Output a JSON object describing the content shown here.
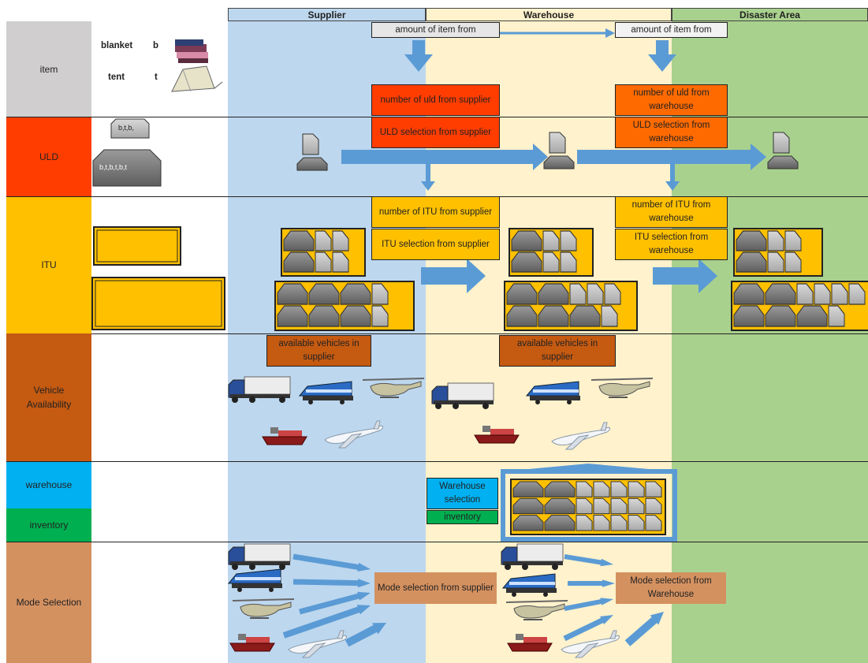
{
  "columns": {
    "supplier": "Supplier",
    "warehouse": "Warehouse",
    "disaster": "Disaster Area"
  },
  "rows": {
    "item": "item",
    "uld": "ULD",
    "itu": "ITU",
    "vehicle": "Vehicle Availability",
    "warehouse": "warehouse",
    "inventory": "inventory",
    "mode": "Mode Selection"
  },
  "legend": {
    "blanket_name": "blanket",
    "blanket_code": "b",
    "tent_name": "tent",
    "tent_code": "t",
    "uld_small": "b,t,b,",
    "uld_large": "b,t,b,t,b,t"
  },
  "boxes": {
    "amount_supplier": "amount of item from",
    "amount_warehouse": "amount of item from",
    "num_uld_supplier": "number of uld from supplier",
    "num_uld_warehouse": "number of uld from warehouse",
    "uld_sel_supplier": "ULD selection from supplier",
    "uld_sel_warehouse": "ULD selection from warehouse",
    "num_itu_supplier": "number of ITU from supplier",
    "num_itu_warehouse": "number of ITU from warehouse",
    "itu_sel_supplier": "ITU selection from supplier",
    "itu_sel_warehouse": "ITU selection from warehouse",
    "vehicles_supplier": "available vehicles in supplier",
    "vehicles_warehouse": "available vehicles in supplier",
    "warehouse_selection": "Warehouse selection",
    "inventory": "inventory",
    "mode_supplier": "Mode selection from supplier",
    "mode_warehouse": "Mode selection from Warehouse"
  },
  "colors": {
    "supplier_lane": "#bdd7ee",
    "warehouse_lane": "#fff2cc",
    "disaster_lane": "#a9d18e",
    "item_row": "#d0cece",
    "uld_row": "#ff3d00",
    "itu_row": "#ffc000",
    "vehicle_row": "#c55a11",
    "warehouse_row": "#00b0f0",
    "inventory_row": "#00b050",
    "mode_row": "#d49160",
    "uld_box_supplier": "#ff3d00",
    "uld_box_warehouse": "#ff6a00",
    "arrow": "#5b9bd5"
  },
  "icons": {
    "blanket": "blanket-icon",
    "tent": "tent-icon",
    "uld_container": "uld-container-icon",
    "itu_container": "itu-container-icon",
    "truck": "truck-icon",
    "train": "train-icon",
    "helicopter": "helicopter-icon",
    "ship": "ship-icon",
    "airplane": "airplane-icon",
    "warehouse_building": "warehouse-building-icon"
  }
}
